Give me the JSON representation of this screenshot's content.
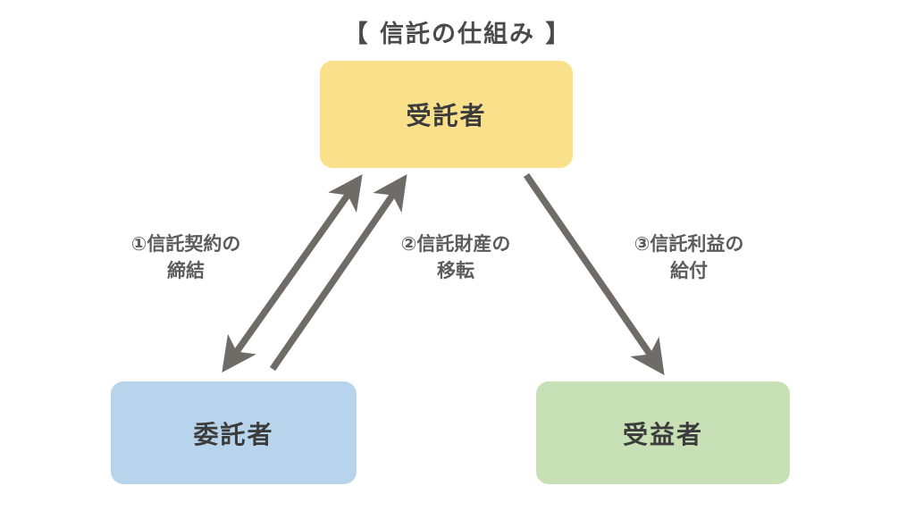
{
  "title": "【 信託の仕組み 】",
  "colors": {
    "trustee_fill": "#fbe08c",
    "settlor_fill": "#b8d4ec",
    "beneficiary_fill": "#c7e0b5",
    "arrow": "#6f6b67",
    "node_text": "#3c3c3c",
    "label_text": "#5c5c5c",
    "title_text": "#4a4a4a",
    "background": "#ffffff"
  },
  "nodes": [
    {
      "id": "trustee",
      "label": "受託者"
    },
    {
      "id": "settlor",
      "label": "委託者"
    },
    {
      "id": "beneficiary",
      "label": "受益者"
    }
  ],
  "edges": [
    {
      "id": "edge-1",
      "label": "①信託契約の\n締結",
      "from": "settlor",
      "to": "trustee",
      "direction": "bidirectional"
    },
    {
      "id": "edge-2",
      "label": "②信託財産の\n移転",
      "from": "settlor",
      "to": "trustee",
      "direction": "forward"
    },
    {
      "id": "edge-3",
      "label": "③信託利益の\n給付",
      "from": "trustee",
      "to": "beneficiary",
      "direction": "forward"
    }
  ]
}
